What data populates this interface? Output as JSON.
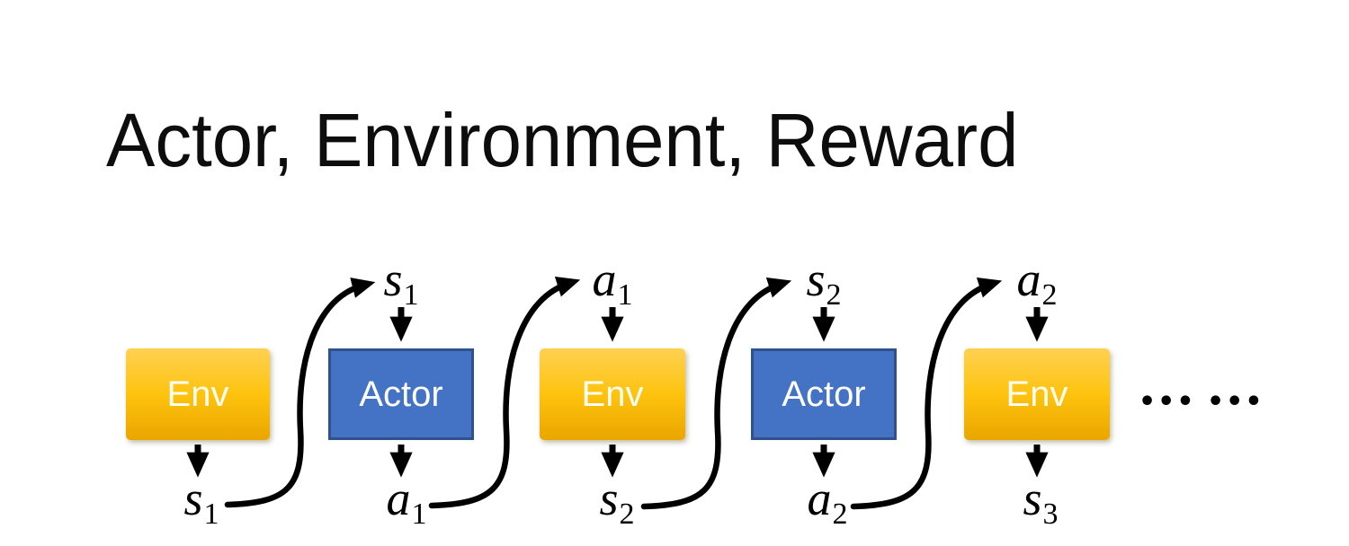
{
  "title": "Actor, Environment, Reward",
  "ellipsis": "••• •••",
  "colors": {
    "env_fill": "#FFC000",
    "env_fill_light": "#FFD152",
    "env_fill_dark": "#EAA600",
    "actor_fill": "#4472C4",
    "actor_border": "#2F528F",
    "arrow": "#000000",
    "box_text": "#FFFFFF",
    "title_text": "#0D0D0D"
  },
  "icons": {
    "down_arrow": "↓",
    "curved_arrow": "⤴"
  },
  "diagram": {
    "boxes": [
      {
        "label": "Env",
        "type": "env"
      },
      {
        "label": "Actor",
        "type": "actor"
      },
      {
        "label": "Env",
        "type": "env"
      },
      {
        "label": "Actor",
        "type": "actor"
      },
      {
        "label": "Env",
        "type": "env"
      }
    ],
    "top_labels": [
      {
        "base": "s",
        "sub": "1"
      },
      {
        "base": "a",
        "sub": "1"
      },
      {
        "base": "s",
        "sub": "2"
      },
      {
        "base": "a",
        "sub": "2"
      }
    ],
    "bottom_labels": [
      {
        "base": "s",
        "sub": "1"
      },
      {
        "base": "a",
        "sub": "1"
      },
      {
        "base": "s",
        "sub": "2"
      },
      {
        "base": "a",
        "sub": "2"
      },
      {
        "base": "s",
        "sub": "3"
      }
    ]
  }
}
